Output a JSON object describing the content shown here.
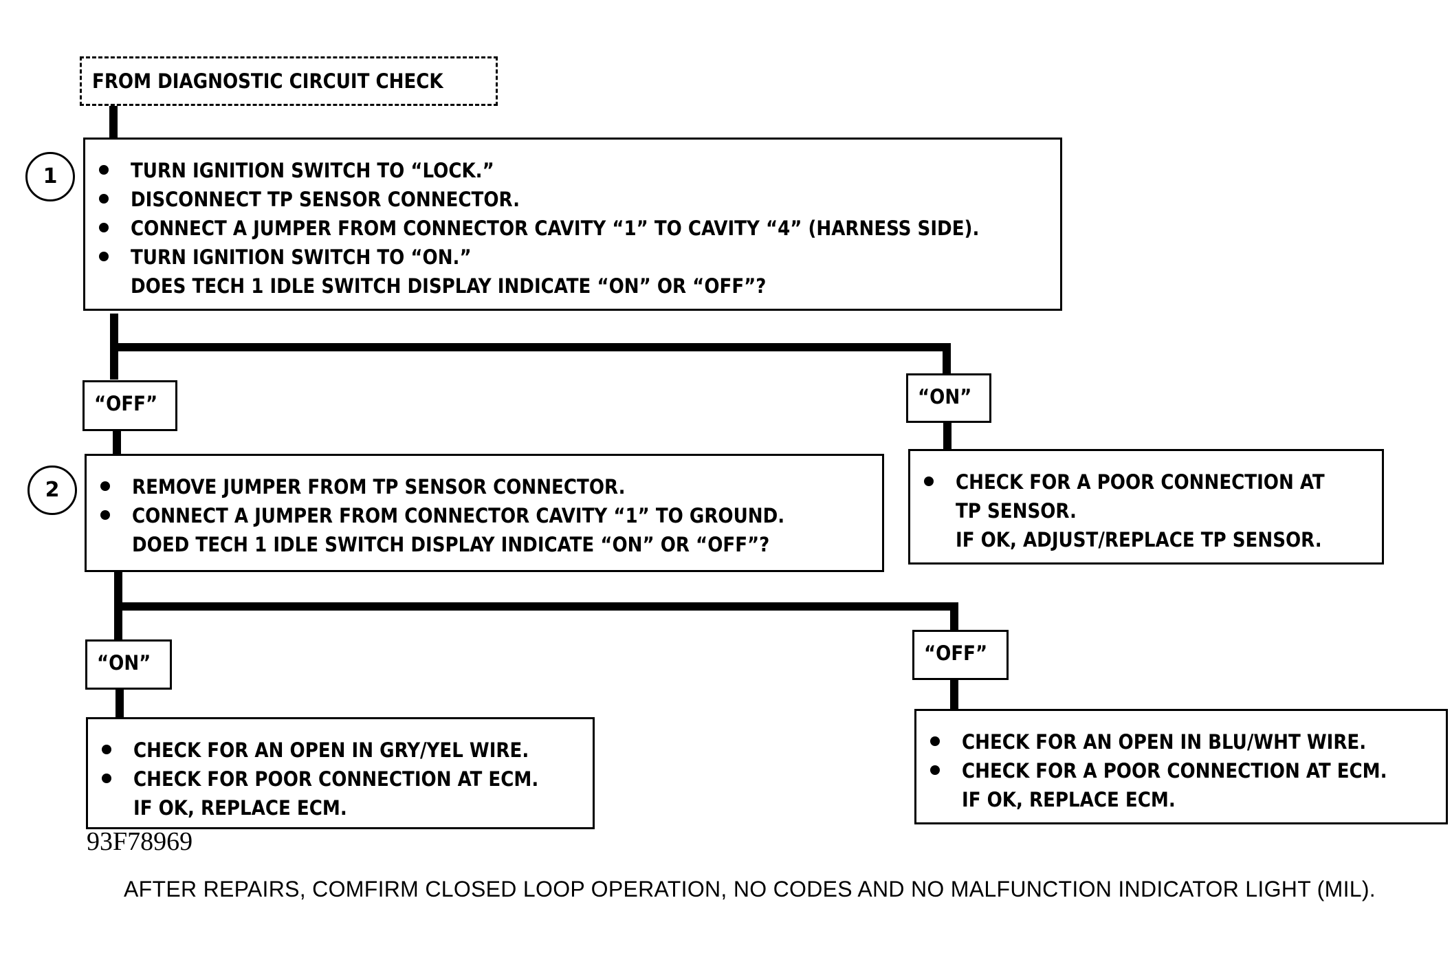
{
  "start": {
    "label": "FROM DIAGNOSTIC CIRCUIT CHECK"
  },
  "step1": {
    "number": "1",
    "bullets": [
      "TURN IGNITION SWITCH TO “LOCK.”",
      "DISCONNECT TP SENSOR CONNECTOR.",
      "CONNECT A JUMPER FROM CONNECTOR CAVITY “1” TO CAVITY “4” (HARNESS SIDE).",
      "TURN IGNITION SWITCH TO “ON.”"
    ],
    "question": "DOES TECH 1 IDLE SWITCH DISPLAY INDICATE “ON” OR “OFF”?"
  },
  "branch1": {
    "left_label": "“OFF”",
    "right_label": "“ON”"
  },
  "step2": {
    "number": "2",
    "bullets": [
      "REMOVE JUMPER FROM TP SENSOR CONNECTOR.",
      "CONNECT A JUMPER FROM CONNECTOR CAVITY “1” TO GROUND."
    ],
    "question": "DOED TECH 1 IDLE SWITCH DISPLAY INDICATE “ON” OR “OFF”?"
  },
  "result_on1": {
    "bullet": "CHECK FOR A POOR CONNECTION AT",
    "bullet_cont": "TP SENSOR.",
    "note": "IF OK, ADJUST/REPLACE TP SENSOR."
  },
  "branch2": {
    "left_label": "“ON”",
    "right_label": "“OFF”"
  },
  "result_on2": {
    "bullets": [
      "CHECK FOR AN OPEN IN GRY/YEL WIRE.",
      "CHECK FOR POOR CONNECTION AT ECM."
    ],
    "note": "IF OK, REPLACE ECM."
  },
  "result_off2": {
    "bullets": [
      "CHECK FOR AN OPEN IN BLU/WHT WIRE.",
      "CHECK FOR A POOR CONNECTION AT ECM."
    ],
    "note": "IF OK, REPLACE ECM."
  },
  "figure_id": "93F78969",
  "footer_note": "AFTER REPAIRS, COMFIRM CLOSED LOOP OPERATION, NO CODES AND NO MALFUNCTION INDICATOR LIGHT (MIL)."
}
